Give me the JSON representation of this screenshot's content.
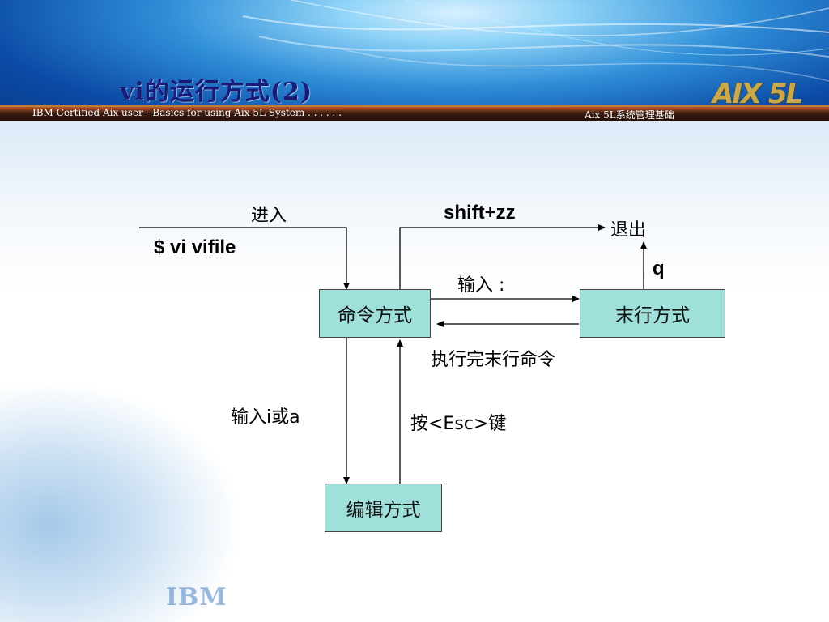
{
  "slide": {
    "title": "vi的运行方式(2)",
    "header_left": "IBM Certified Aix user - Basics for using Aix 5L System . . . . . .",
    "header_right": "Aix 5L系统管理基础",
    "logo": "AIX 5L",
    "watermark": "IBM"
  },
  "diagram": {
    "boxes": {
      "command_mode": "命令方式",
      "lastline_mode": "末行方式",
      "edit_mode": "编辑方式"
    },
    "labels": {
      "enter": "进入",
      "command": "$ vi vifile",
      "shift_zz": "shift+zz",
      "exit": "退出",
      "q": "q",
      "input_colon": "输入 :",
      "exec_done": "执行完末行命令",
      "input_i_or_a": "输入i或a",
      "press_esc": "按<Esc>键"
    }
  },
  "colors": {
    "box_fill": "#9fe0db",
    "title": "#1a1a7a",
    "stripe": "#3a1a10"
  }
}
